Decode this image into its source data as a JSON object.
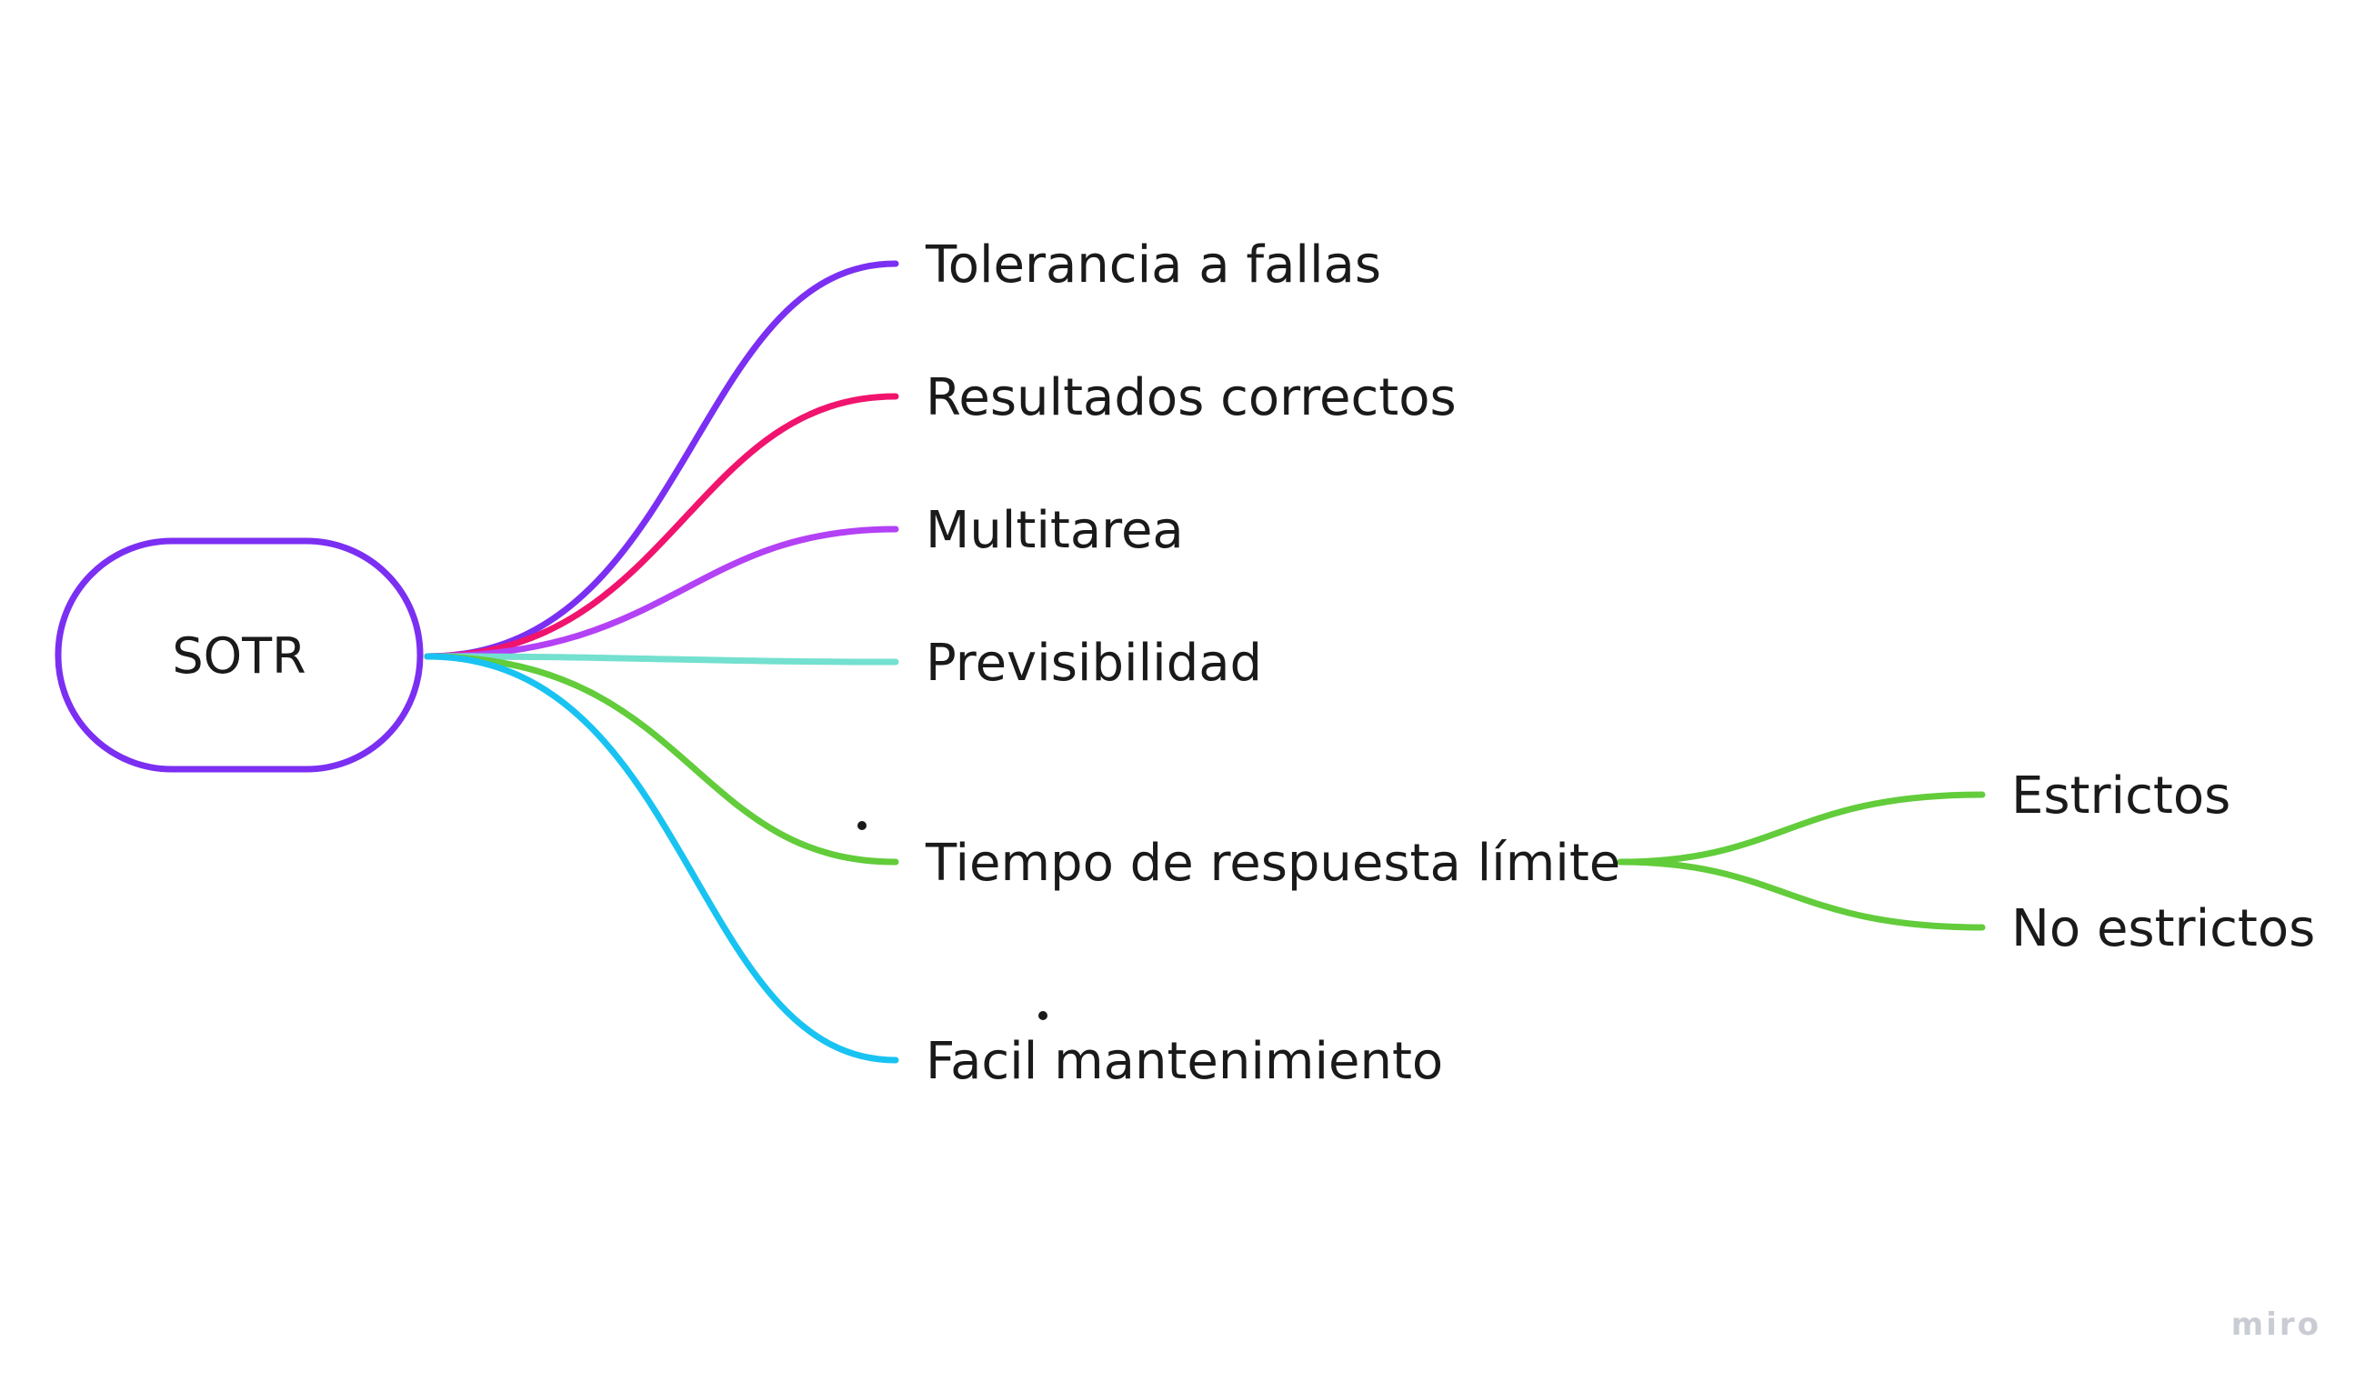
{
  "diagram": {
    "type": "mind-map",
    "root": {
      "label": "SOTR",
      "border_color": "#7b2ff2"
    },
    "branches": [
      {
        "label": "Tolerancia a fallas",
        "color": "#7b2ff2"
      },
      {
        "label": "Resultados correctos",
        "color": "#f0146e"
      },
      {
        "label": "Multitarea",
        "color": "#b341f5"
      },
      {
        "label": "Previsibilidad",
        "color": "#74e0cf"
      },
      {
        "label": "Tiempo de respuesta límite",
        "color": "#62cc3b",
        "children": [
          {
            "label": "Estrictos",
            "color": "#62cc3b"
          },
          {
            "label": "No estrictos",
            "color": "#62cc3b"
          }
        ]
      },
      {
        "label": "Facil mantenimiento",
        "color": "#18c3f2"
      }
    ]
  },
  "watermark": "miro"
}
